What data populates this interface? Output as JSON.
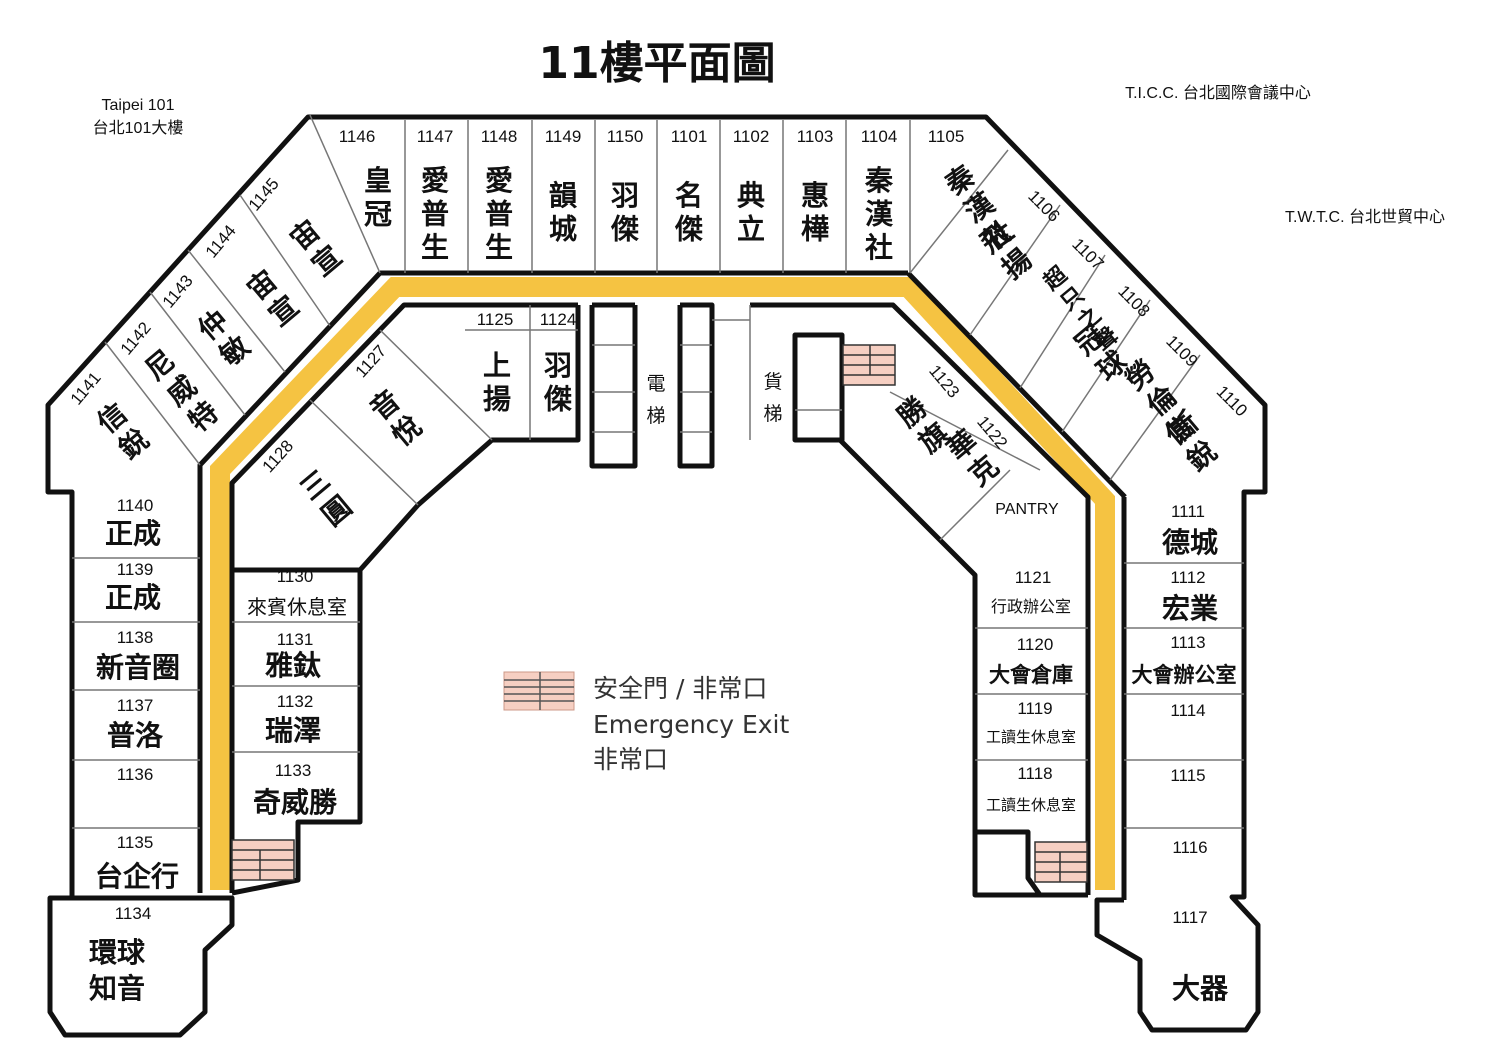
{
  "title": "11樓平面圖",
  "landmarks": {
    "taipei101_en": "Taipei  101",
    "taipei101_zh": "台北101大樓",
    "ticc": "T.I.C.C. 台北國際會議中心",
    "twtc": "T.W.T.C. 台北世貿中心"
  },
  "colors": {
    "corridor": "#f5c342",
    "stairs": "#f6cfc2",
    "walls": "#111111"
  },
  "rooms": {
    "r1146": {
      "num": "1146",
      "name": "皇冠"
    },
    "r1147": {
      "num": "1147",
      "name": "愛普生"
    },
    "r1148": {
      "num": "1148",
      "name": "愛普生"
    },
    "r1149": {
      "num": "1149",
      "name": "韻城"
    },
    "r1150": {
      "num": "1150",
      "name": "羽傑"
    },
    "r1101": {
      "num": "1101",
      "name": "名傑"
    },
    "r1102": {
      "num": "1102",
      "name": "典立"
    },
    "r1103": {
      "num": "1103",
      "name": "惠樺"
    },
    "r1104": {
      "num": "1104",
      "name": "秦漢社"
    },
    "r1105": {
      "num": "1105",
      "name": "秦漢社"
    },
    "r1106": {
      "num": "1106",
      "name": "飛揚"
    },
    "r1107": {
      "num": "1107",
      "name": "超只之聲"
    },
    "r1108": {
      "num": "1108",
      "name": "冠球"
    },
    "r1109": {
      "num": "1109",
      "name": "勞倫斯"
    },
    "r1110": {
      "num": "1110",
      "name": "信銳"
    },
    "r1111": {
      "num": "1111",
      "name": "德城"
    },
    "r1112": {
      "num": "1112",
      "name": "宏業"
    },
    "r1113": {
      "num": "1113",
      "name": "大會辦公室"
    },
    "r1114": {
      "num": "1114",
      "name": ""
    },
    "r1115": {
      "num": "1115",
      "name": ""
    },
    "r1116": {
      "num": "1116",
      "name": ""
    },
    "r1117": {
      "num": "1117",
      "name": "大器"
    },
    "r1118": {
      "num": "1118",
      "name": "工讀生休息室"
    },
    "r1119": {
      "num": "1119",
      "name": "工讀生休息室"
    },
    "r1120": {
      "num": "1120",
      "name": "大會倉庫"
    },
    "r1121": {
      "num": "1121",
      "name": "行政辦公室"
    },
    "pantry": {
      "name": "PANTRY"
    },
    "r1122": {
      "num": "1122",
      "name": "華克"
    },
    "r1123": {
      "num": "1123",
      "name": "勝旗"
    },
    "r1124": {
      "num": "1124",
      "name": "羽傑"
    },
    "r1125": {
      "num": "1125",
      "name": "上揚"
    },
    "r1127": {
      "num": "1127",
      "name": "音悅"
    },
    "r1128": {
      "num": "1128",
      "name": "三圓"
    },
    "r1130": {
      "num": "1130",
      "name": "來賓休息室"
    },
    "r1131": {
      "num": "1131",
      "name": "雅鈦"
    },
    "r1132": {
      "num": "1132",
      "name": "瑞澤"
    },
    "r1133": {
      "num": "1133",
      "name": "奇威勝"
    },
    "r1134": {
      "num": "1134",
      "name1": "環球",
      "name2": "知音"
    },
    "r1135": {
      "num": "1135",
      "name": "台企行"
    },
    "r1136": {
      "num": "1136",
      "name": ""
    },
    "r1137": {
      "num": "1137",
      "name": "普洛"
    },
    "r1138": {
      "num": "1138",
      "name": "新音圈"
    },
    "r1139": {
      "num": "1139",
      "name": "正成"
    },
    "r1140": {
      "num": "1140",
      "name": "正成"
    },
    "r1141": {
      "num": "1141",
      "name": "信銳"
    },
    "r1142": {
      "num": "1142",
      "name": "尼威特"
    },
    "r1143": {
      "num": "1143",
      "name": "仲敏"
    },
    "r1144": {
      "num": "1144",
      "name": "宙宣"
    },
    "r1145": {
      "num": "1145",
      "name": "宙宣"
    }
  },
  "elevators": {
    "passenger": {
      "c1": "電",
      "c2": "梯"
    },
    "freight": {
      "c1": "貨",
      "c2": "梯"
    }
  },
  "legend": {
    "line1": "安全門 / 非常口",
    "line2": "Emergency Exit",
    "line3": "非常口"
  }
}
